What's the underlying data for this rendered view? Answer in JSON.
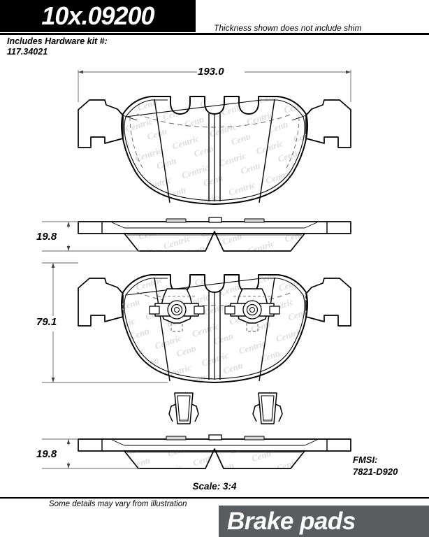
{
  "header": {
    "part_number": "10x.09200",
    "shim_note": "Thickness shown does not include shim",
    "hardware_kit_label": "Includes Hardware kit #:",
    "hardware_kit_number": "117.34021"
  },
  "drawing": {
    "dimensions": {
      "width_overall": "193.0",
      "thickness_top": "19.8",
      "height_overall": "79.1",
      "thickness_bottom": "19.8"
    },
    "fmsi_label": "FMSI:",
    "fmsi_number": "7821-D920",
    "scale": "Scale: 3:4",
    "watermark_text": "Centric",
    "views": [
      {
        "name": "friction-face-view",
        "label": ""
      },
      {
        "name": "edge-view-top",
        "label": ""
      },
      {
        "name": "backing-plate-view",
        "label": ""
      },
      {
        "name": "clip-detail-view",
        "label": ""
      },
      {
        "name": "edge-view-bottom",
        "label": ""
      }
    ]
  },
  "footer": {
    "illustration_note": "Some details may vary from illustration",
    "brand_banner": "Brake pads"
  },
  "colors": {
    "header_bar": "#000000",
    "banner_bg": "#5a5d60",
    "banner_text": "#ffffff",
    "line": "#000000",
    "dim_line": "#555555",
    "watermark": "#d9d9d9"
  }
}
